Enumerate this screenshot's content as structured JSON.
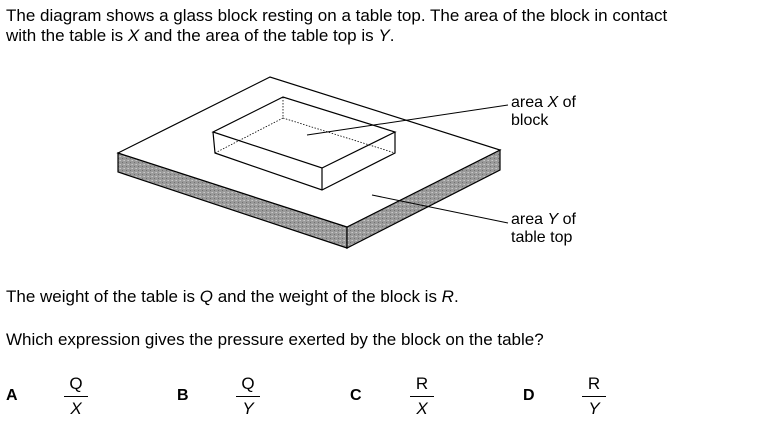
{
  "intro": {
    "line1_a": "The diagram shows a glass block resting on a table top. The area of the block in contact",
    "line2_a": "with the table is ",
    "line2_x": "X",
    "line2_b": " and the area of the table top is ",
    "line2_y": "Y",
    "line2_c": "."
  },
  "diagram": {
    "label_x_a": "area ",
    "label_x_var": "X",
    "label_x_b": " of",
    "label_x_c": "block",
    "label_y_a": "area ",
    "label_y_var": "Y",
    "label_y_b": " of",
    "label_y_c": "table top"
  },
  "weight": {
    "a": "The weight of the table is ",
    "q": "Q",
    "b": " and the weight of the block is ",
    "r": "R",
    "c": "."
  },
  "question": "Which expression gives the pressure exerted by the block on the table?",
  "options": [
    {
      "letter": "A",
      "num": "Q",
      "den": "X"
    },
    {
      "letter": "B",
      "num": "Q",
      "den": "Y"
    },
    {
      "letter": "C",
      "num": "R",
      "den": "X"
    },
    {
      "letter": "D",
      "num": "R",
      "den": "Y"
    }
  ]
}
